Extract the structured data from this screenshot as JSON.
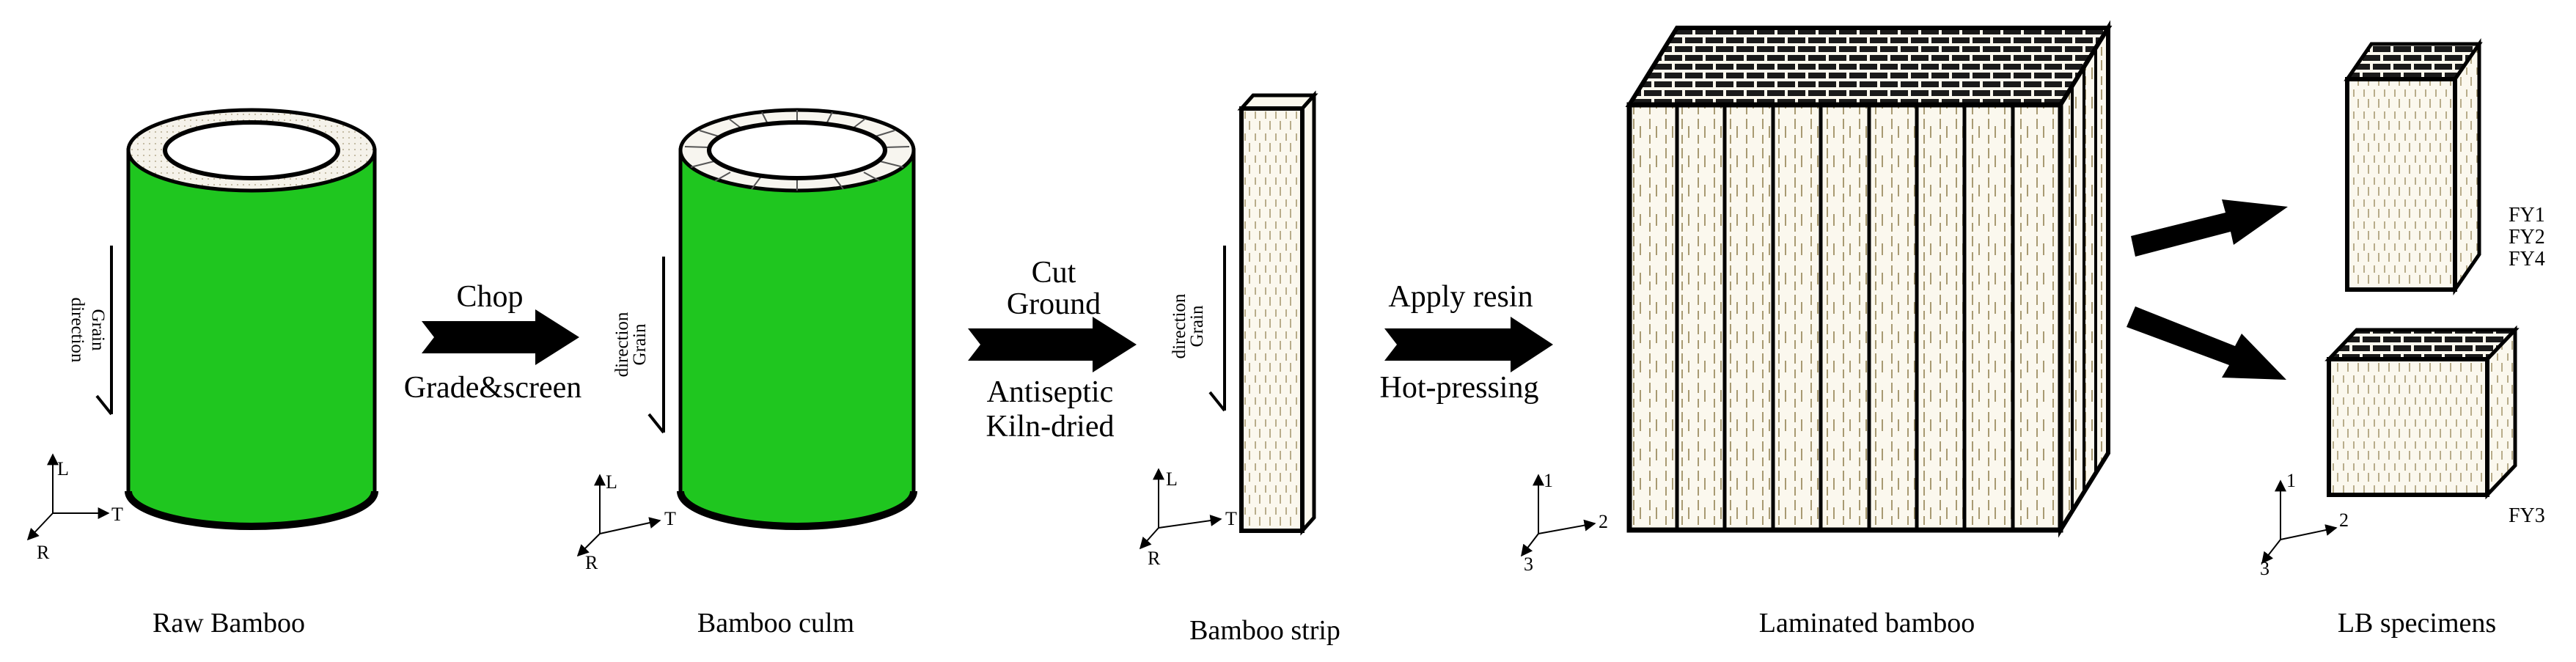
{
  "stages": {
    "raw": {
      "caption": "Raw Bamboo",
      "grain": [
        "Grain",
        "direction"
      ],
      "axes": {
        "l": "L",
        "t": "T",
        "r": "R"
      }
    },
    "culm": {
      "caption": "Bamboo culm",
      "grain": [
        "Grain",
        "direction"
      ],
      "axes": {
        "l": "L",
        "t": "T",
        "r": "R"
      }
    },
    "strip": {
      "caption": "Bamboo strip",
      "grain": [
        "Grain",
        "direction"
      ],
      "axes": {
        "l": "L",
        "t": "T",
        "r": "R"
      }
    },
    "laminated": {
      "caption": "Laminated bamboo",
      "axes": {
        "a1": "1",
        "a2": "2",
        "a3": "3"
      }
    },
    "specimens": {
      "caption": "LB specimens",
      "axes": {
        "a1": "1",
        "a2": "2",
        "a3": "3"
      },
      "upper_ids": [
        "FY1",
        "FY2",
        "FY4"
      ],
      "lower_id": "FY3"
    }
  },
  "steps": {
    "chop": {
      "above": "Chop",
      "below": "Grade&screen"
    },
    "cut": {
      "above": [
        "Cut",
        "Ground"
      ],
      "below": [
        "Antiseptic",
        "Kiln-dried"
      ]
    },
    "resin": {
      "above": "Apply resin",
      "below": "Hot-pressing"
    }
  },
  "colors": {
    "bamboo_green": "#1fc61f",
    "wood": "#fbf8ee",
    "grain_line": "#a89a72",
    "ink": "#000000"
  }
}
